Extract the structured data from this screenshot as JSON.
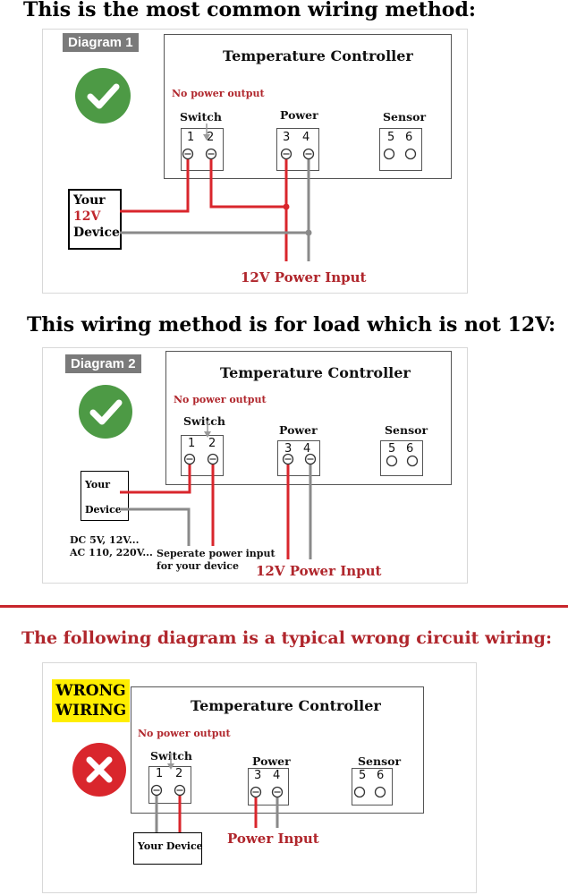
{
  "headings": {
    "top": "This is the most common wiring method:",
    "middle": "This wiring method is for load which is not 12V:",
    "wrong": "The following diagram is a typical wrong circuit wiring:"
  },
  "diagram1": {
    "tag": "Diagram 1",
    "controller_title": "Temperature Controller",
    "no_power_output": "No power output",
    "switch": "Switch",
    "power": "Power",
    "sensor": "Sensor",
    "terminals": [
      "1",
      "2",
      "3",
      "4",
      "5",
      "6"
    ],
    "device_line1": "Your",
    "device_line2": "12V",
    "device_line3": "Device",
    "power_input": "12V Power Input"
  },
  "diagram2": {
    "tag": "Diagram 2",
    "controller_title": "Temperature Controller",
    "no_power_output": "No power output",
    "switch": "Switch",
    "power": "Power",
    "sensor": "Sensor",
    "terminals": [
      "1",
      "2",
      "3",
      "4",
      "5",
      "6"
    ],
    "device_line1": "Your",
    "device_line2": "Device",
    "voltage_line1": "DC 5V, 12V...",
    "voltage_line2": "AC 110, 220V...",
    "separate_line1": "Seperate power input",
    "separate_line2": "for your device",
    "power_input": "12V Power Input"
  },
  "diagram3": {
    "tag_line1": "WRONG",
    "tag_line2": "WIRING",
    "controller_title": "Temperature Controller",
    "no_power_output": "No power output",
    "switch": "Switch",
    "power": "Power",
    "sensor": "Sensor",
    "terminals": [
      "1",
      "2",
      "3",
      "4",
      "5",
      "6"
    ],
    "device": "Your Device",
    "power_input": "Power Input"
  },
  "colors": {
    "wire_red": "#d9262c",
    "wire_grey": "#8a8a8a",
    "check_green": "#4d9a45",
    "cross_red": "#d9262c",
    "heading_red": "#b0262c",
    "wrong_yellow": "#ffee00"
  },
  "icons": {
    "ok": "check-icon",
    "wrong": "cross-icon",
    "arrow": "arrow-down-icon",
    "screw": "screw-terminal-icon"
  }
}
